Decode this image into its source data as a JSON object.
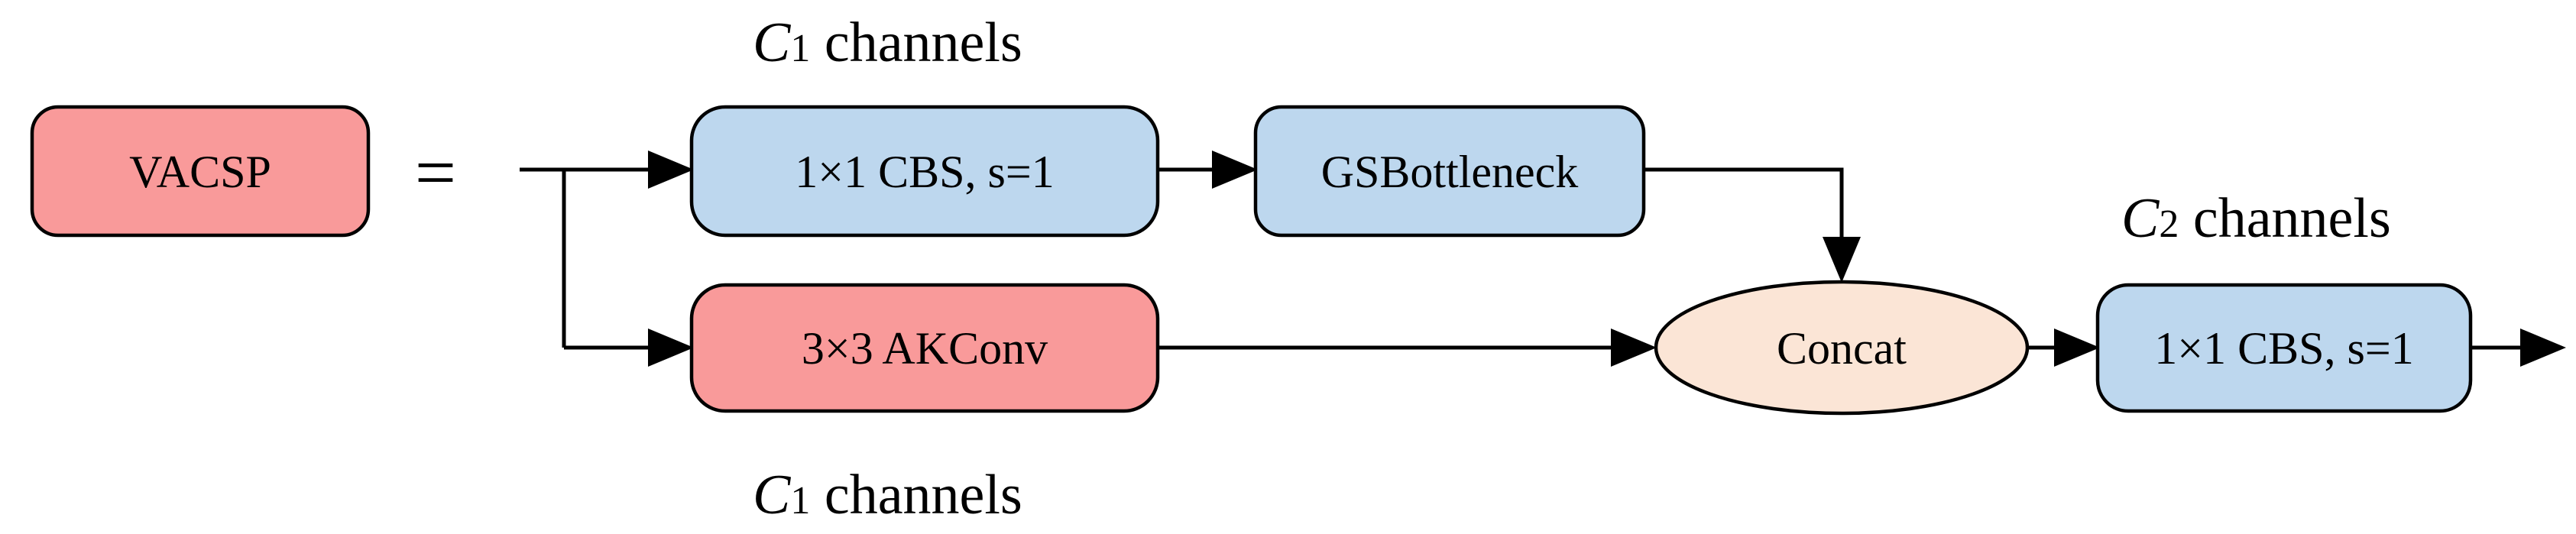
{
  "colors": {
    "red_box": "#f99a9a",
    "blue_box": "#bdd7ee",
    "concat_fill": "#fbe5d6",
    "stroke": "#000000"
  },
  "diagram": {
    "nodes": {
      "vacsp": "VACSP",
      "cbs_top": "1×1 CBS, s=1",
      "gsbottleneck": "GSBottleneck",
      "akconv": "3×3 AKConv",
      "concat": "Concat",
      "cbs_out": "1×1 CBS, s=1"
    },
    "equals": "=",
    "labels": {
      "top": {
        "symbol": "C",
        "subscript": "1",
        "text": " channels"
      },
      "bottom": {
        "symbol": "C",
        "subscript": "1",
        "text": " channels"
      },
      "right": {
        "symbol": "C",
        "subscript": "2",
        "text": " channels"
      }
    }
  }
}
